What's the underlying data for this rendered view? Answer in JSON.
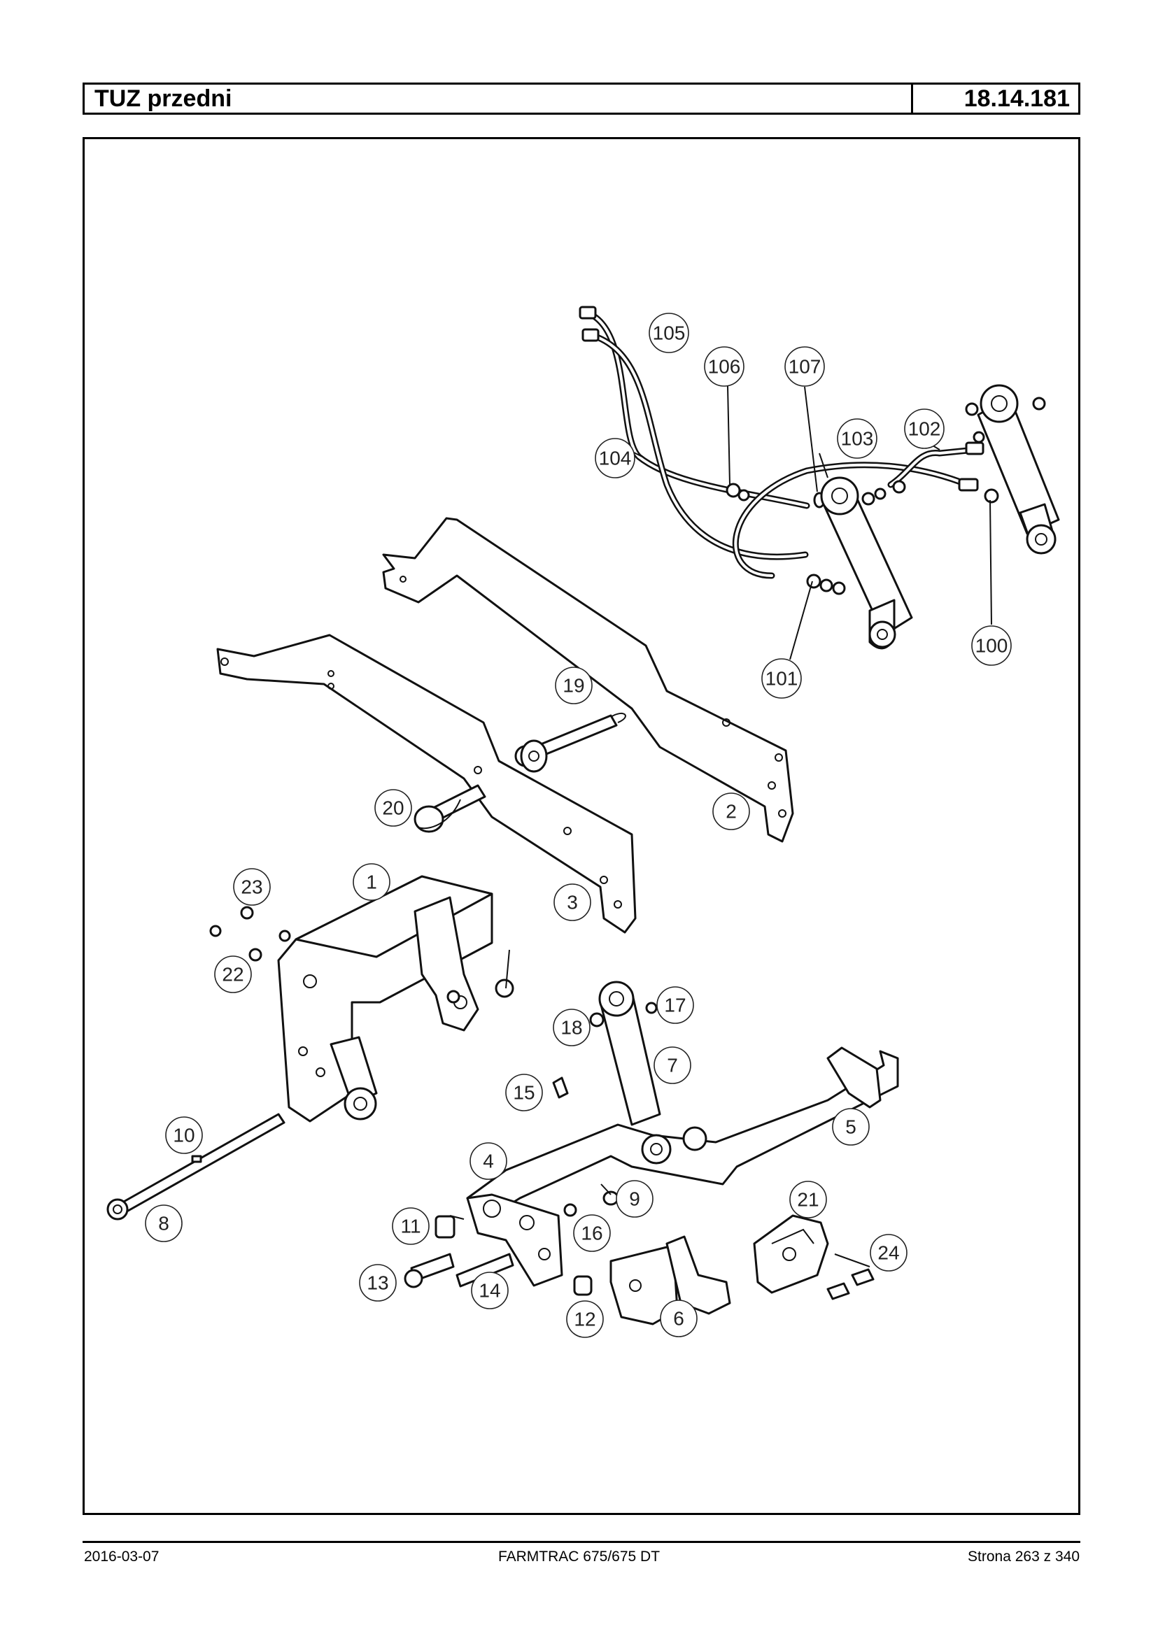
{
  "header": {
    "title": "TUZ przedni",
    "code": "18.14.181"
  },
  "footer": {
    "date": "2016-03-07",
    "model": "FARMTRAC 675/675 DT",
    "page": "Strona 263 z 340"
  },
  "callouts": {
    "c1": "1",
    "c2": "2",
    "c3": "3",
    "c4": "4",
    "c5": "5",
    "c6": "6",
    "c7": "7",
    "c8": "8",
    "c9": "9",
    "c10": "10",
    "c11": "11",
    "c12": "12",
    "c13": "13",
    "c14": "14",
    "c15": "15",
    "c16": "16",
    "c17": "17",
    "c18": "18",
    "c19": "19",
    "c20": "20",
    "c21": "21",
    "c22": "22",
    "c23": "23",
    "c24": "24",
    "c100": "100",
    "c101": "101",
    "c102": "102",
    "c103": "103",
    "c104": "104",
    "c105": "105",
    "c106": "106",
    "c107": "107"
  }
}
